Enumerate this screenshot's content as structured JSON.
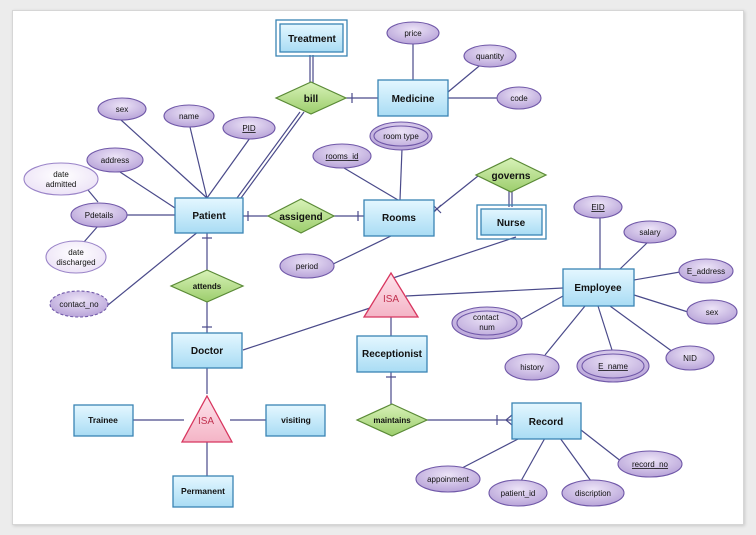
{
  "entities": {
    "treatment": "Treatment",
    "medicine": "Medicine",
    "patient": "Patient",
    "rooms": "Rooms",
    "nurse": "Nurse",
    "employee": "Employee",
    "doctor": "Doctor",
    "receptionist": "Receptionist",
    "trainee": "Trainee",
    "visiting": "visiting",
    "permanent": "Permanent",
    "record": "Record"
  },
  "relationships": {
    "bill": "bill",
    "assigend": "assigend",
    "governs": "governs",
    "attends": "attends",
    "maintains": "maintains"
  },
  "isa": {
    "employee_isa": "ISA",
    "doctor_isa": "ISA"
  },
  "attributes": {
    "price": "price",
    "quantity": "quantity",
    "code": "code",
    "sex_patient": "sex",
    "name": "name",
    "pid": "PID",
    "address": "address",
    "date_admitted": "date admitted",
    "pdetails": "Pdetails",
    "date_discharged": "date discharged",
    "contact_no": "contact_no",
    "room_type": "room type",
    "rooms_id": "rooms_id",
    "period": "period",
    "eid": "EID",
    "salary": "salary",
    "e_address": "E_address",
    "sex_employee": "sex",
    "nid": "NID",
    "e_name": "E_name",
    "history": "history",
    "contact_num": "contact num",
    "appoinment": "appoinment",
    "patient_id": "patient_id",
    "discription": "discription",
    "record_no": "record_no"
  },
  "colors": {
    "entity_fill": "#c4ecfb",
    "entity_stroke": "#3a84b4",
    "relationship_fill": "#b8e08e",
    "relationship_stroke": "#5a8a36",
    "attribute_fill": "#c9b8e2",
    "attribute_stroke": "#7058a8",
    "isa_fill": "#f9d0dc",
    "isa_stroke": "#d8365f",
    "line": "#4a4a8a"
  }
}
